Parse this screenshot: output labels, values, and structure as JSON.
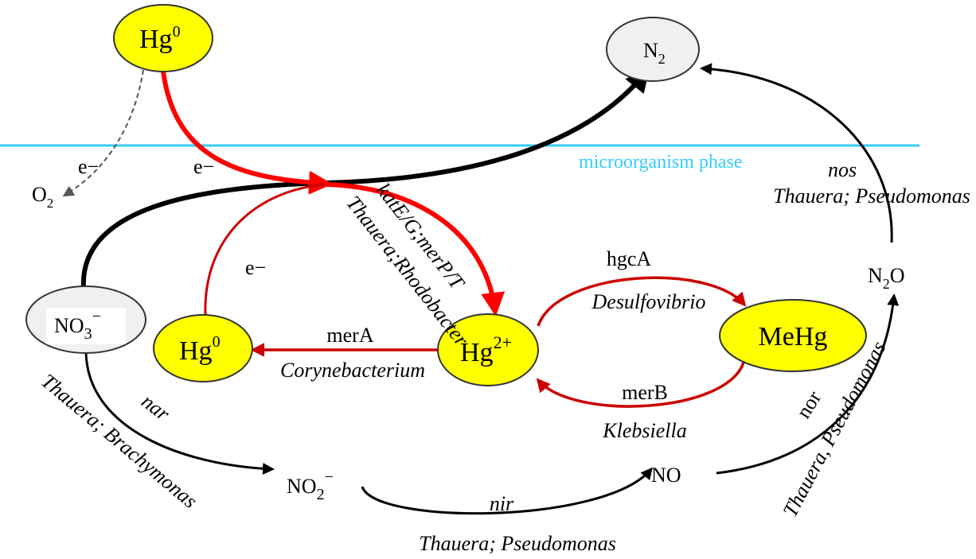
{
  "nodes": {
    "hg0_top": {
      "base": "Hg",
      "sup": "0"
    },
    "n2": {
      "base": "N",
      "sub": "2"
    },
    "o2": {
      "base": "O",
      "sub": "2"
    },
    "no3": {
      "base": "NO",
      "sub": "3",
      "sup": "−"
    },
    "hg0_low": {
      "base": "Hg",
      "sup": "0"
    },
    "hg2": {
      "base": "Hg",
      "sup": "2+"
    },
    "mehg": {
      "label": "MeHg"
    },
    "no2": {
      "base": "NO",
      "sub": "2",
      "sup": "−"
    },
    "no": {
      "label": "NO"
    },
    "n2o": {
      "base": "N",
      "sub": "2",
      "tail": "O"
    }
  },
  "phase_label": "microorganism phase",
  "labels": {
    "e_o2": "e−",
    "e_top": "e−",
    "e_low": "e−",
    "kat_gene": "katE/G;merP/T",
    "kat_org": "Thauera;Rhodobacter",
    "merA_gene": "merA",
    "merA_org": "Corynebacterium",
    "hgcA_gene": "hgcA",
    "hgcA_org": "Desulfovibrio",
    "merB_gene": "merB",
    "merB_org": "Klebsiella",
    "nar_gene": "nar",
    "nar_org": "Thauera; Brachymonas",
    "nir_gene": "nir",
    "nir_org": "Thauera; Pseudomonas",
    "nor_gene": "nor",
    "nor_org": "Thauera, Pseudomonas",
    "nos_gene": "nos",
    "nos_org": "Thauera; Pseudomonas"
  },
  "colors": {
    "hg_fill": "#ffff00",
    "n_fill": "#f0f0f0",
    "red_arrow": "#ff0000",
    "dark_red": "#cc0000",
    "phase_line": "#33ccff"
  }
}
